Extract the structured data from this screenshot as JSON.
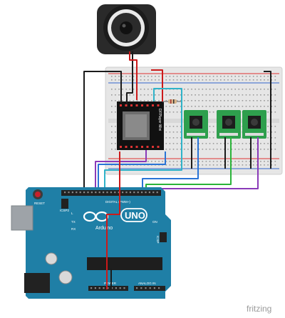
{
  "diagram": {
    "colors": {
      "board": "#1f7fa6",
      "board_dark": "#175f7c",
      "breadboard": "#e6e6e6",
      "header": "#222222",
      "wire_red": "#cc1a1a",
      "wire_black": "#1b1b1b",
      "wire_blue": "#2a74d6",
      "wire_green": "#2bb43a",
      "wire_purple": "#8a3ab9",
      "wire_cyan": "#2fb3c9",
      "button_pcb": "#2e9f4d"
    },
    "board": {
      "brand": "Arduino",
      "model": "UNO",
      "reset_label": "RESET",
      "icsp2_label": "ICSP2",
      "icsp_label": "ICSP",
      "tx_label": "TX",
      "rx_label": "RX",
      "l_label": "L",
      "on_label": "ON",
      "digital_label": "DIGITAL (PWM~)",
      "power_label": "POWER",
      "analog_label": "ANALOG IN"
    },
    "module": {
      "label": "DFPlayer Mini"
    },
    "watermark": "fritzing"
  }
}
